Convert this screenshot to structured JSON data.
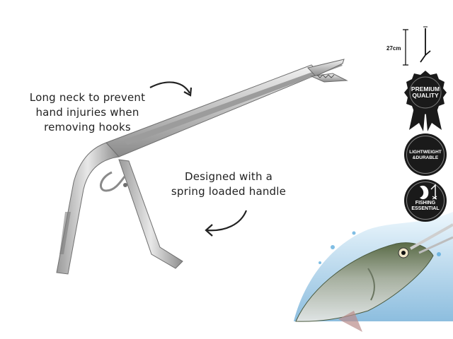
{
  "captions": {
    "neck": [
      "Long neck to prevent",
      "hand injuries when",
      "removing hooks"
    ],
    "spring": [
      "Designed with a",
      "spring loaded handle"
    ]
  },
  "dimension": {
    "label": "27cm"
  },
  "badges": {
    "premium": [
      "PREMIUM",
      "QUALITY"
    ],
    "lightweight": [
      "LIGHTWEIGHT",
      "&DURABLE"
    ],
    "fishing": [
      "FISHING",
      "ESSENTIAL"
    ]
  },
  "colors": {
    "steel_light": "#e4e4e4",
    "steel_mid": "#b9b9b9",
    "steel_dark": "#7d7d7d",
    "badge": "#1a1a1a",
    "water": "#4aa3d8"
  },
  "icons": [
    "curved-arrow-icon",
    "dimension-icon",
    "fish-icon"
  ]
}
